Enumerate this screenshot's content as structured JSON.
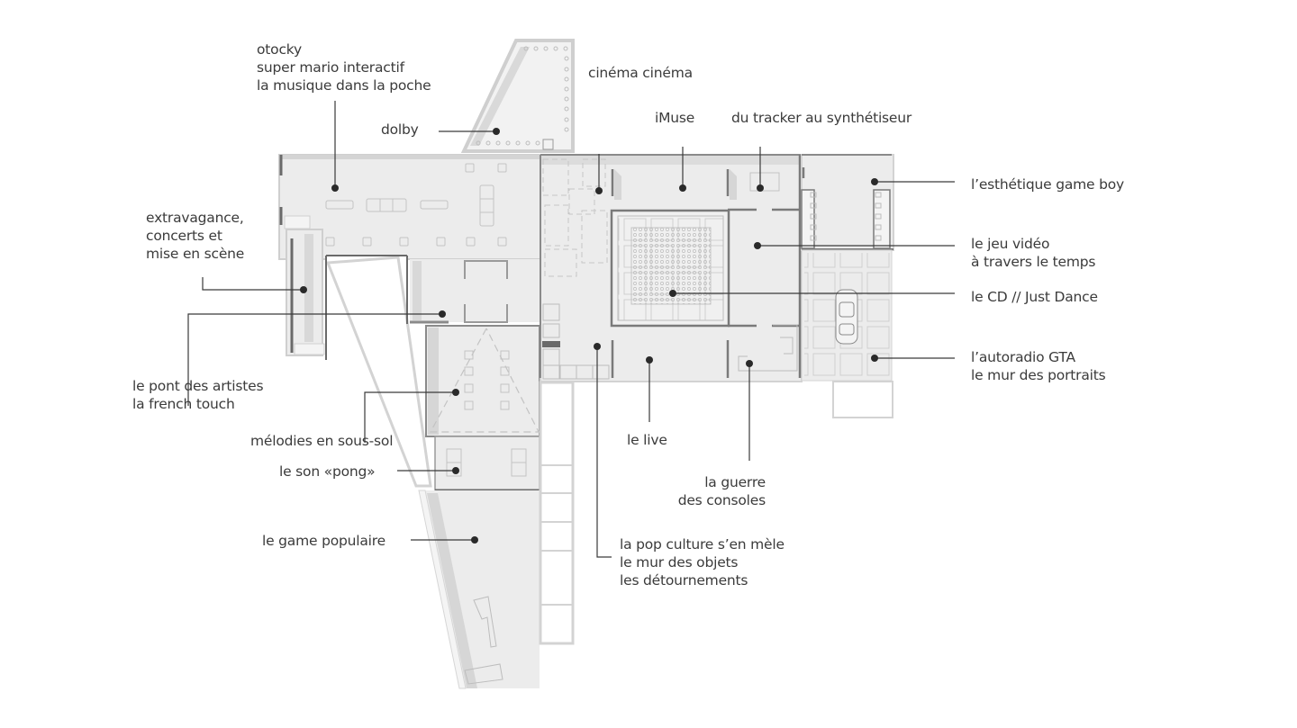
{
  "diagram": {
    "type": "exhibition floor plan",
    "colors": {
      "floor": "#ececec",
      "wall": "#8a8a8a",
      "shadow": "#d6d6d6",
      "leader_line": "#3a3a3a",
      "dot": "#2a2a2a",
      "text": "#3b3b3b"
    },
    "labels": [
      {
        "id": "otocky",
        "lines": [
          "otocky",
          "super mario interactif",
          "la musique dans la poche"
        ]
      },
      {
        "id": "dolby",
        "lines": [
          "dolby"
        ]
      },
      {
        "id": "cinema",
        "lines": [
          "cinéma cinéma"
        ]
      },
      {
        "id": "imuse",
        "lines": [
          "iMuse"
        ]
      },
      {
        "id": "tracker",
        "lines": [
          "du tracker au synthétiseur"
        ]
      },
      {
        "id": "gameboy",
        "lines": [
          "l’esthétique game boy"
        ]
      },
      {
        "id": "jeuvideo",
        "lines": [
          "le jeu vidéo",
          "à travers le temps"
        ]
      },
      {
        "id": "cd",
        "lines": [
          "le CD // Just Dance"
        ]
      },
      {
        "id": "autoradio",
        "lines": [
          "l’autoradio GTA",
          "le mur des portraits"
        ]
      },
      {
        "id": "extravagance",
        "lines": [
          "extravagance,",
          "concerts et",
          "mise en scène"
        ]
      },
      {
        "id": "pont",
        "lines": [
          "le pont des artistes",
          "la french touch"
        ]
      },
      {
        "id": "melodies",
        "lines": [
          "mélodies en sous-sol"
        ]
      },
      {
        "id": "pong",
        "lines": [
          "le son «pong»"
        ]
      },
      {
        "id": "gamepop",
        "lines": [
          "le game populaire"
        ]
      },
      {
        "id": "live",
        "lines": [
          "le live"
        ]
      },
      {
        "id": "guerre",
        "lines": [
          "la guerre",
          "des consoles"
        ]
      },
      {
        "id": "popculture",
        "lines": [
          "la pop culture s’en mèle",
          "le mur des objets",
          "les détournements"
        ]
      }
    ]
  }
}
